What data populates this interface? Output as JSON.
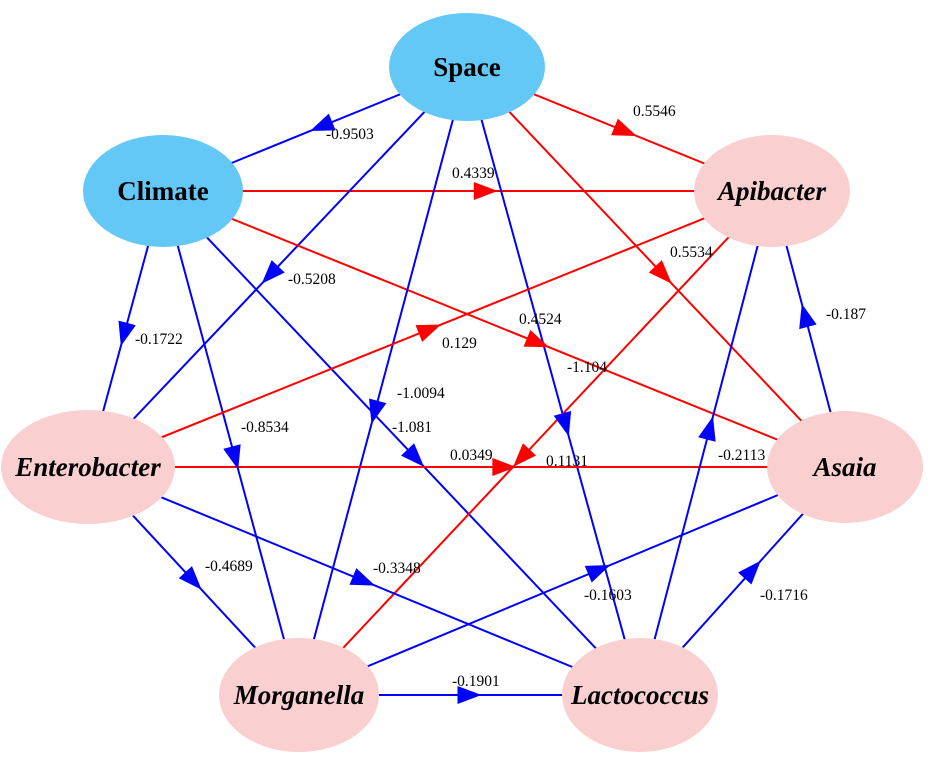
{
  "colors": {
    "environment_fill": "#63c8f6",
    "bacteria_fill": "#f9cfcf",
    "positive_edge": "#ff0000",
    "negative_edge": "#0000ff"
  },
  "nodes": [
    {
      "id": "space",
      "label": "Space",
      "group": "environment"
    },
    {
      "id": "climate",
      "label": "Climate",
      "group": "environment"
    },
    {
      "id": "apibacter",
      "label": "Apibacter",
      "group": "bacteria"
    },
    {
      "id": "asaia",
      "label": "Asaia",
      "group": "bacteria"
    },
    {
      "id": "enterobacter",
      "label": "Enterobacter",
      "group": "bacteria"
    },
    {
      "id": "morganella",
      "label": "Morganella",
      "group": "bacteria"
    },
    {
      "id": "lactococcus",
      "label": "Lactococcus",
      "group": "bacteria"
    }
  ],
  "edges": [
    {
      "source": "space",
      "target": "climate",
      "label": "-0.9503",
      "sign": "negative"
    },
    {
      "source": "space",
      "target": "apibacter",
      "label": "0.5546",
      "sign": "positive"
    },
    {
      "source": "climate",
      "target": "apibacter",
      "label": "0.4339",
      "sign": "positive"
    },
    {
      "source": "space",
      "target": "asaia",
      "label": "0.5534",
      "sign": "positive"
    },
    {
      "source": "space",
      "target": "enterobacter",
      "label": "-0.5208",
      "sign": "negative"
    },
    {
      "source": "climate",
      "target": "asaia",
      "label": "0.4524",
      "sign": "positive"
    },
    {
      "source": "climate",
      "target": "enterobacter",
      "label": "-0.1722",
      "sign": "negative"
    },
    {
      "source": "space",
      "target": "lactococcus",
      "label": "-1.104",
      "sign": "negative"
    },
    {
      "source": "space",
      "target": "morganella",
      "label": "-1.0094",
      "sign": "negative"
    },
    {
      "source": "climate",
      "target": "lactococcus",
      "label": "-1.081",
      "sign": "negative"
    },
    {
      "source": "climate",
      "target": "morganella",
      "label": "-0.8534",
      "sign": "negative"
    },
    {
      "source": "enterobacter",
      "target": "apibacter",
      "label": "0.129",
      "sign": "positive"
    },
    {
      "source": "asaia",
      "target": "apibacter",
      "label": "-0.187",
      "sign": "negative"
    },
    {
      "source": "enterobacter",
      "target": "asaia",
      "label": "0.0349",
      "sign": "positive"
    },
    {
      "source": "apibacter",
      "target": "morganella",
      "label": "0.1131",
      "sign": "positive"
    },
    {
      "source": "lactococcus",
      "target": "apibacter",
      "label": "-0.2113",
      "sign": "negative"
    },
    {
      "source": "enterobacter",
      "target": "morganella",
      "label": "-0.4689",
      "sign": "negative"
    },
    {
      "source": "enterobacter",
      "target": "lactococcus",
      "label": "-0.3348",
      "sign": "negative"
    },
    {
      "source": "morganella",
      "target": "asaia",
      "label": "-0.1603",
      "sign": "negative"
    },
    {
      "source": "lactococcus",
      "target": "asaia",
      "label": "-0.1716",
      "sign": "negative"
    },
    {
      "source": "morganella",
      "target": "lactococcus",
      "label": "-0.1901",
      "sign": "negative"
    }
  ]
}
